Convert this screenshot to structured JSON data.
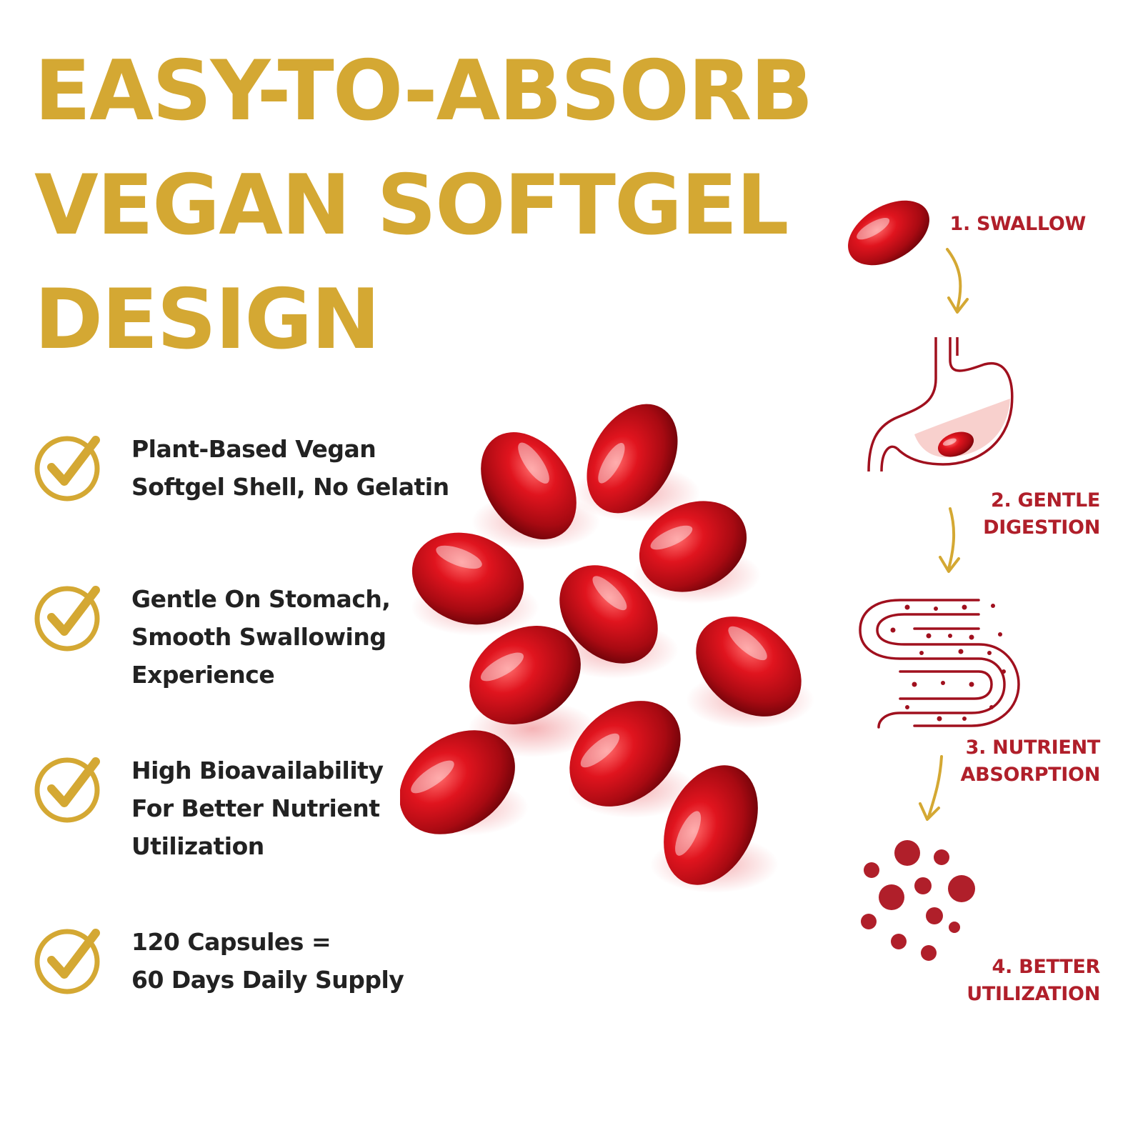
{
  "headline": {
    "lines": [
      "EASY-TO-ABSORB",
      "VEGAN SOFTGEL",
      "DESIGN"
    ],
    "color": "#d4a833"
  },
  "benefits": [
    {
      "icon": "check-circle-icon",
      "lines": [
        "Plant-Based Vegan",
        "Softgel Shell, No Gelatin"
      ]
    },
    {
      "icon": "check-circle-icon",
      "lines": [
        "Gentle On Stomach,",
        "Smooth Swallowing",
        "Experience"
      ]
    },
    {
      "icon": "check-circle-icon",
      "lines": [
        "High Bioavailability",
        "For Better Nutrient",
        "Utilization"
      ]
    },
    {
      "icon": "check-circle-icon",
      "lines": [
        "120 Capsules =",
        "60 Days Daily Supply"
      ]
    }
  ],
  "process": {
    "steps": [
      {
        "icon": "softgel-icon",
        "lines": [
          "1. SWALLOW"
        ]
      },
      {
        "icon": "stomach-icon",
        "lines": [
          "2. GENTLE",
          "DIGESTION"
        ]
      },
      {
        "icon": "intestine-icon",
        "lines": [
          "3. NUTRIENT",
          "ABSORPTION"
        ]
      },
      {
        "icon": "nutrient-particles-icon",
        "lines": [
          "4. BETTER",
          "UTILIZATION"
        ]
      }
    ],
    "label_color": "#b01f2a",
    "arrow_color": "#d4a833"
  },
  "colors": {
    "gold": "#d4a833",
    "capsule_red": "#c8101c",
    "dark_red": "#a0101e",
    "text": "#222222"
  }
}
